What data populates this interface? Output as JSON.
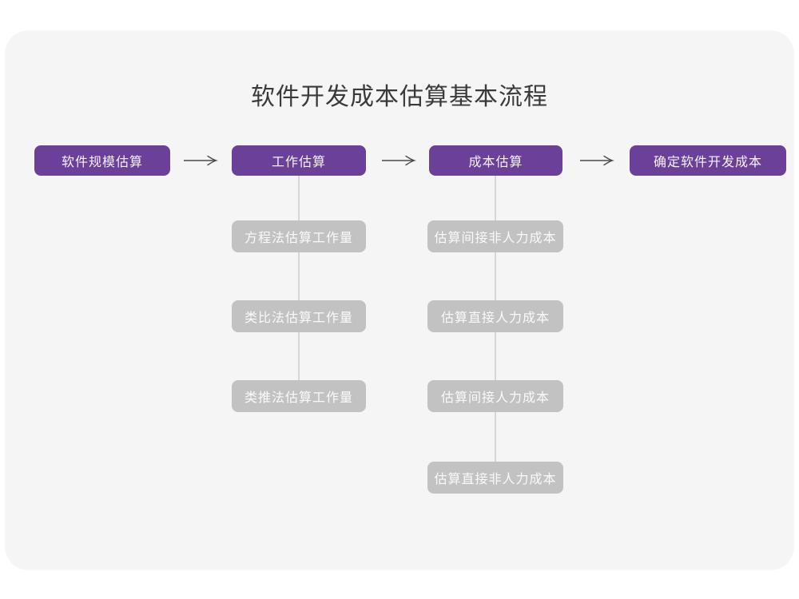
{
  "page": {
    "title": "软件开发成本估算基本流程"
  },
  "colors": {
    "accent_purple": "#6a4098",
    "sub_node_gray": "#c2c2c3",
    "card_background": "#f5f5f6",
    "connector_gray": "#d6d6d6",
    "arrow_stroke": "#4a4a4a",
    "title_text": "#3a3a3a",
    "node_text": "#ffffff"
  },
  "icons": {
    "arrow_right": "→"
  },
  "flow": {
    "type": "flowchart",
    "main_nodes": [
      {
        "label": "软件规模估算"
      },
      {
        "label": "工作估算"
      },
      {
        "label": "成本估算"
      },
      {
        "label": "确定软件开发成本"
      }
    ],
    "work_estimation_branch": {
      "parent": "工作估算",
      "nodes": [
        {
          "label": "方程法估算工作量"
        },
        {
          "label": "类比法估算工作量"
        },
        {
          "label": "类推法估算工作量"
        }
      ]
    },
    "cost_estimation_branch": {
      "parent": "成本估算",
      "nodes": [
        {
          "label": "估算间接非人力成本"
        },
        {
          "label": "估算直接人力成本"
        },
        {
          "label": "估算间接人力成本"
        },
        {
          "label": "估算直接非人力成本"
        }
      ]
    }
  }
}
